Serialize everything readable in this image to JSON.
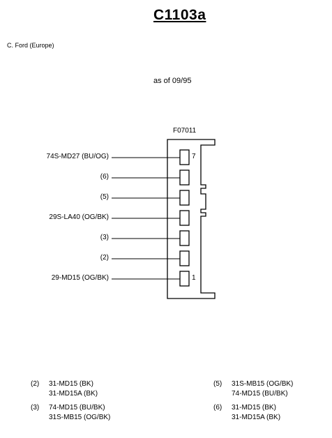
{
  "header": {
    "title": "C1103a",
    "copyright": "C. Ford (Europe)",
    "as_of": "as of 09/95"
  },
  "connector": {
    "part_number": "F07011",
    "pins": [
      {
        "label": "74S-MD27 (BU/OG)",
        "num": "7"
      },
      {
        "label": "(6)",
        "num": ""
      },
      {
        "label": "(5)",
        "num": ""
      },
      {
        "label": "29S-LA40 (OG/BK)",
        "num": ""
      },
      {
        "label": "(3)",
        "num": ""
      },
      {
        "label": "(2)",
        "num": ""
      },
      {
        "label": "29-MD15 (OG/BK)",
        "num": "1"
      }
    ]
  },
  "notes": [
    {
      "id": "(2)",
      "lines": [
        "31-MD15 (BK)",
        "31-MD15A (BK)"
      ]
    },
    {
      "id": "(3)",
      "lines": [
        "74-MD15 (BU/BK)",
        "31S-MB15 (OG/BK)"
      ]
    },
    {
      "id": "(5)",
      "lines": [
        "31S-MB15 (OG/BK)",
        "74-MD15 (BU/BK)"
      ]
    },
    {
      "id": "(6)",
      "lines": [
        "31-MD15 (BK)",
        "31-MD15A (BK)"
      ]
    }
  ]
}
